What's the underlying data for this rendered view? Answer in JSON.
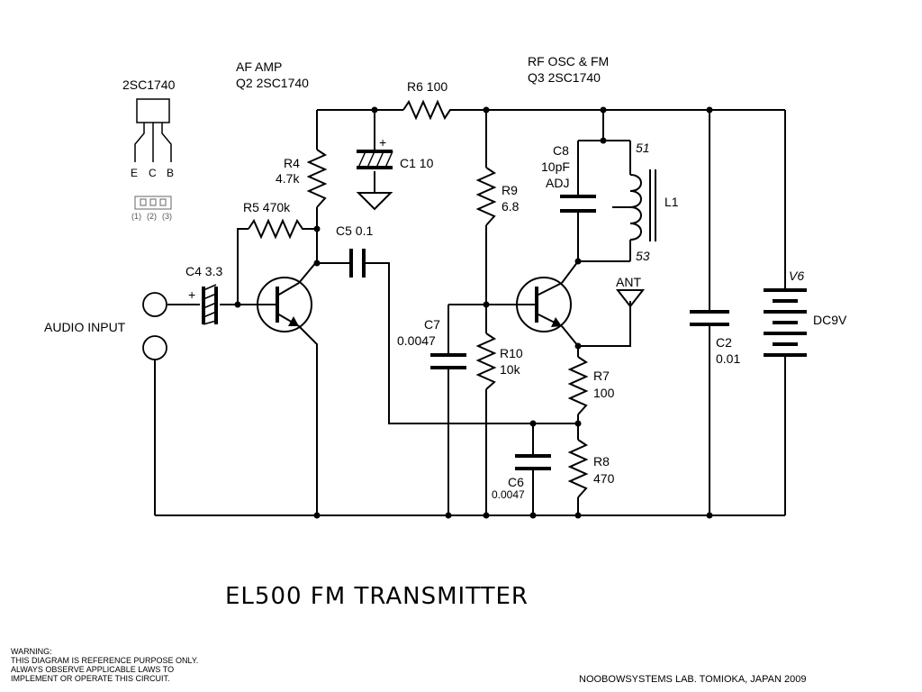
{
  "title": "EL500 FM TRANSMITTER",
  "credit": "NOOBOWSYSTEMS LAB. TOMIOKA, JAPAN 2009",
  "warning": [
    "WARNING:",
    "THIS DIAGRAM IS REFERENCE PURPOSE ONLY.",
    "ALWAYS OBSERVE APPLICABLE LAWS TO",
    "IMPLEMENT OR OPERATE THIS CIRCUIT."
  ],
  "pinout": {
    "part": "2SC1740",
    "pins": [
      "E",
      "C",
      "B"
    ],
    "pin_numbers": [
      "(1)",
      "(2)",
      "(3)"
    ]
  },
  "sections": {
    "af_amp": [
      "AF AMP",
      "Q2 2SC1740"
    ],
    "rf_osc": [
      "RF OSC & FM",
      "Q3 2SC1740"
    ]
  },
  "labels": {
    "audio_input": "AUDIO INPUT",
    "r6": "R6 100",
    "c1": "C1 10",
    "c1_plus": "+",
    "r4": [
      "R4",
      "4.7k"
    ],
    "r5": "R5 470k",
    "c5": "C5 0.1",
    "c4": "C4 3.3",
    "c4_plus": "+",
    "r9": [
      "R9",
      "6.8"
    ],
    "c8": [
      "C8",
      "10pF",
      "ADJ"
    ],
    "l1": "L1",
    "l1_top": "51",
    "l1_bottom": "53",
    "ant": "ANT",
    "c7": [
      "C7",
      "0.0047"
    ],
    "r10": [
      "R10",
      "10k"
    ],
    "r7": [
      "R7",
      "100"
    ],
    "r8": [
      "R8",
      "470"
    ],
    "c6": "C6",
    "c6_value": "0.0047",
    "c2": [
      "C2",
      "0.01"
    ],
    "v6": "V6",
    "dc9v": "DC9V"
  }
}
